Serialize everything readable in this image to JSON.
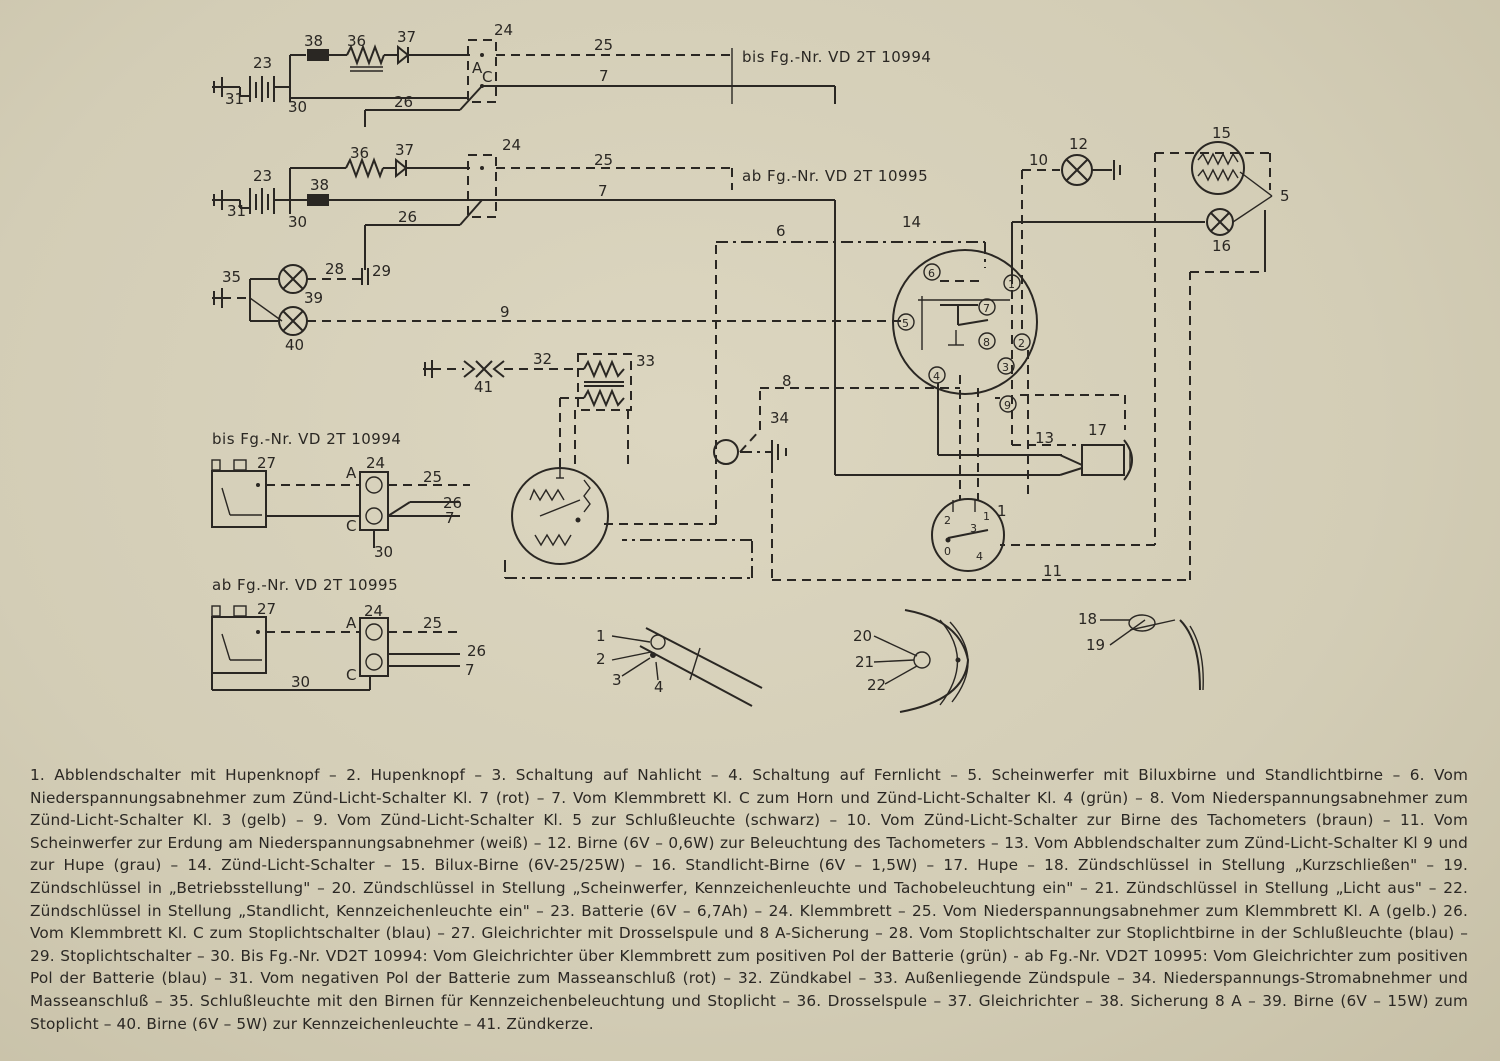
{
  "labels": {
    "l1": "1",
    "l2": "2",
    "l3": "3",
    "l4": "4",
    "l5": "5",
    "l6": "6",
    "l7": "7",
    "l8": "8",
    "l9": "9",
    "l10": "10",
    "l11": "11",
    "l12": "12",
    "l13": "13",
    "l14": "14",
    "l15": "15",
    "l16": "16",
    "l17": "17",
    "l18": "18",
    "l19": "19",
    "l20": "20",
    "l21": "21",
    "l22": "22",
    "l23": "23",
    "l24": "24",
    "l25": "25",
    "l26": "26",
    "l27": "27",
    "l28": "28",
    "l29": "29",
    "l30": "30",
    "l31": "31",
    "l32": "32",
    "l33": "33",
    "l34": "34",
    "l35": "35",
    "l36": "36",
    "l37": "37",
    "l38": "38",
    "l39": "39",
    "l40": "40",
    "l41": "41",
    "pA": "A",
    "pC": "C",
    "p0": "0"
  },
  "captions": {
    "top_bis": "bis Fg.-Nr. VD 2T 10994",
    "top_ab": "ab Fg.-Nr. VD 2T 10995",
    "detail_bis": "bis Fg.-Nr. VD 2T 10994",
    "detail_ab": "ab Fg.-Nr. VD 2T 10995"
  },
  "legend": "1. Abblendschalter mit Hupenknopf – 2. Hupenknopf – 3. Schaltung auf Nahlicht – 4. Schaltung auf Fernlicht – 5. Scheinwerfer mit Biluxbirne und Standlichtbirne – 6. Vom Niederspannungsabnehmer zum Zünd-Licht-Schalter Kl. 7 (rot) – 7. Vom Klemmbrett Kl. C zum Horn und Zünd-Licht-Schalter Kl. 4 (grün) – 8. Vom Niederspannungsabnehmer zum Zünd-Licht-Schalter Kl. 3 (gelb) – 9. Vom Zünd-Licht-Schalter Kl. 5 zur Schlußleuchte (schwarz) – 10. Vom Zünd-Licht-Schalter zur Birne des Tachometers (braun) – 11. Vom Scheinwerfer zur Erdung am Niederspannungsabnehmer (weiß) – 12. Birne (6V – 0,6W) zur Beleuchtung des Tachometers – 13. Vom Abblendschalter zum Zünd-Licht-Schalter Kl 9 und zur Hupe (grau) – 14. Zünd-Licht-Schalter – 15. Bilux-Birne (6V-25/25W) – 16. Standlicht-Birne (6V – 1,5W) – 17. Hupe – 18. Zündschlüssel in Stellung „Kurzschließen\" – 19. Zündschlüssel in „Betriebsstellung\" – 20. Zündschlüssel in Stellung „Scheinwerfer, Kennzeichenleuchte und Tachobeleuchtung ein\" – 21. Zündschlüssel in Stellung „Licht aus\" – 22. Zündschlüssel in Stellung „Standlicht, Kennzeichenleuchte ein\" – 23. Batterie (6V – 6,7Ah) – 24. Klemmbrett – 25. Vom Niederspannungsabnehmer zum Klemmbrett Kl. A (gelb.) 26. Vom Klemmbrett Kl. C zum Stoplichtschalter (blau) – 27. Gleichrichter mit Drosselspule und 8 A-Sicherung – 28. Vom Stoplichtschalter zur Stoplichtbirne in der Schlußleuchte (blau) – 29. Stoplichtschalter – 30. Bis Fg.-Nr. VD2T 10994: Vom Gleichrichter über Klemmbrett zum positiven Pol der Batterie (grün) - ab Fg.-Nr. VD2T 10995: Vom Gleichrichter zum positiven Pol der Batterie (blau) – 31. Vom negativen Pol der Batterie zum Masseanschluß (rot) – 32. Zündkabel – 33. Außenliegende Zündspule – 34. Niederspannungs-Stromabnehmer und Masseanschluß – 35. Schlußleuchte mit den Birnen für Kennzeichenbeleuchtung und Stoplicht – 36. Drosselspule – 37. Gleichrichter – 38. Sicherung 8 A – 39. Birne (6V – 15W) zum Stoplicht – 40. Birne (6V – 5W) zur Kennzeichenleuchte – 41. Zündkerze."
}
